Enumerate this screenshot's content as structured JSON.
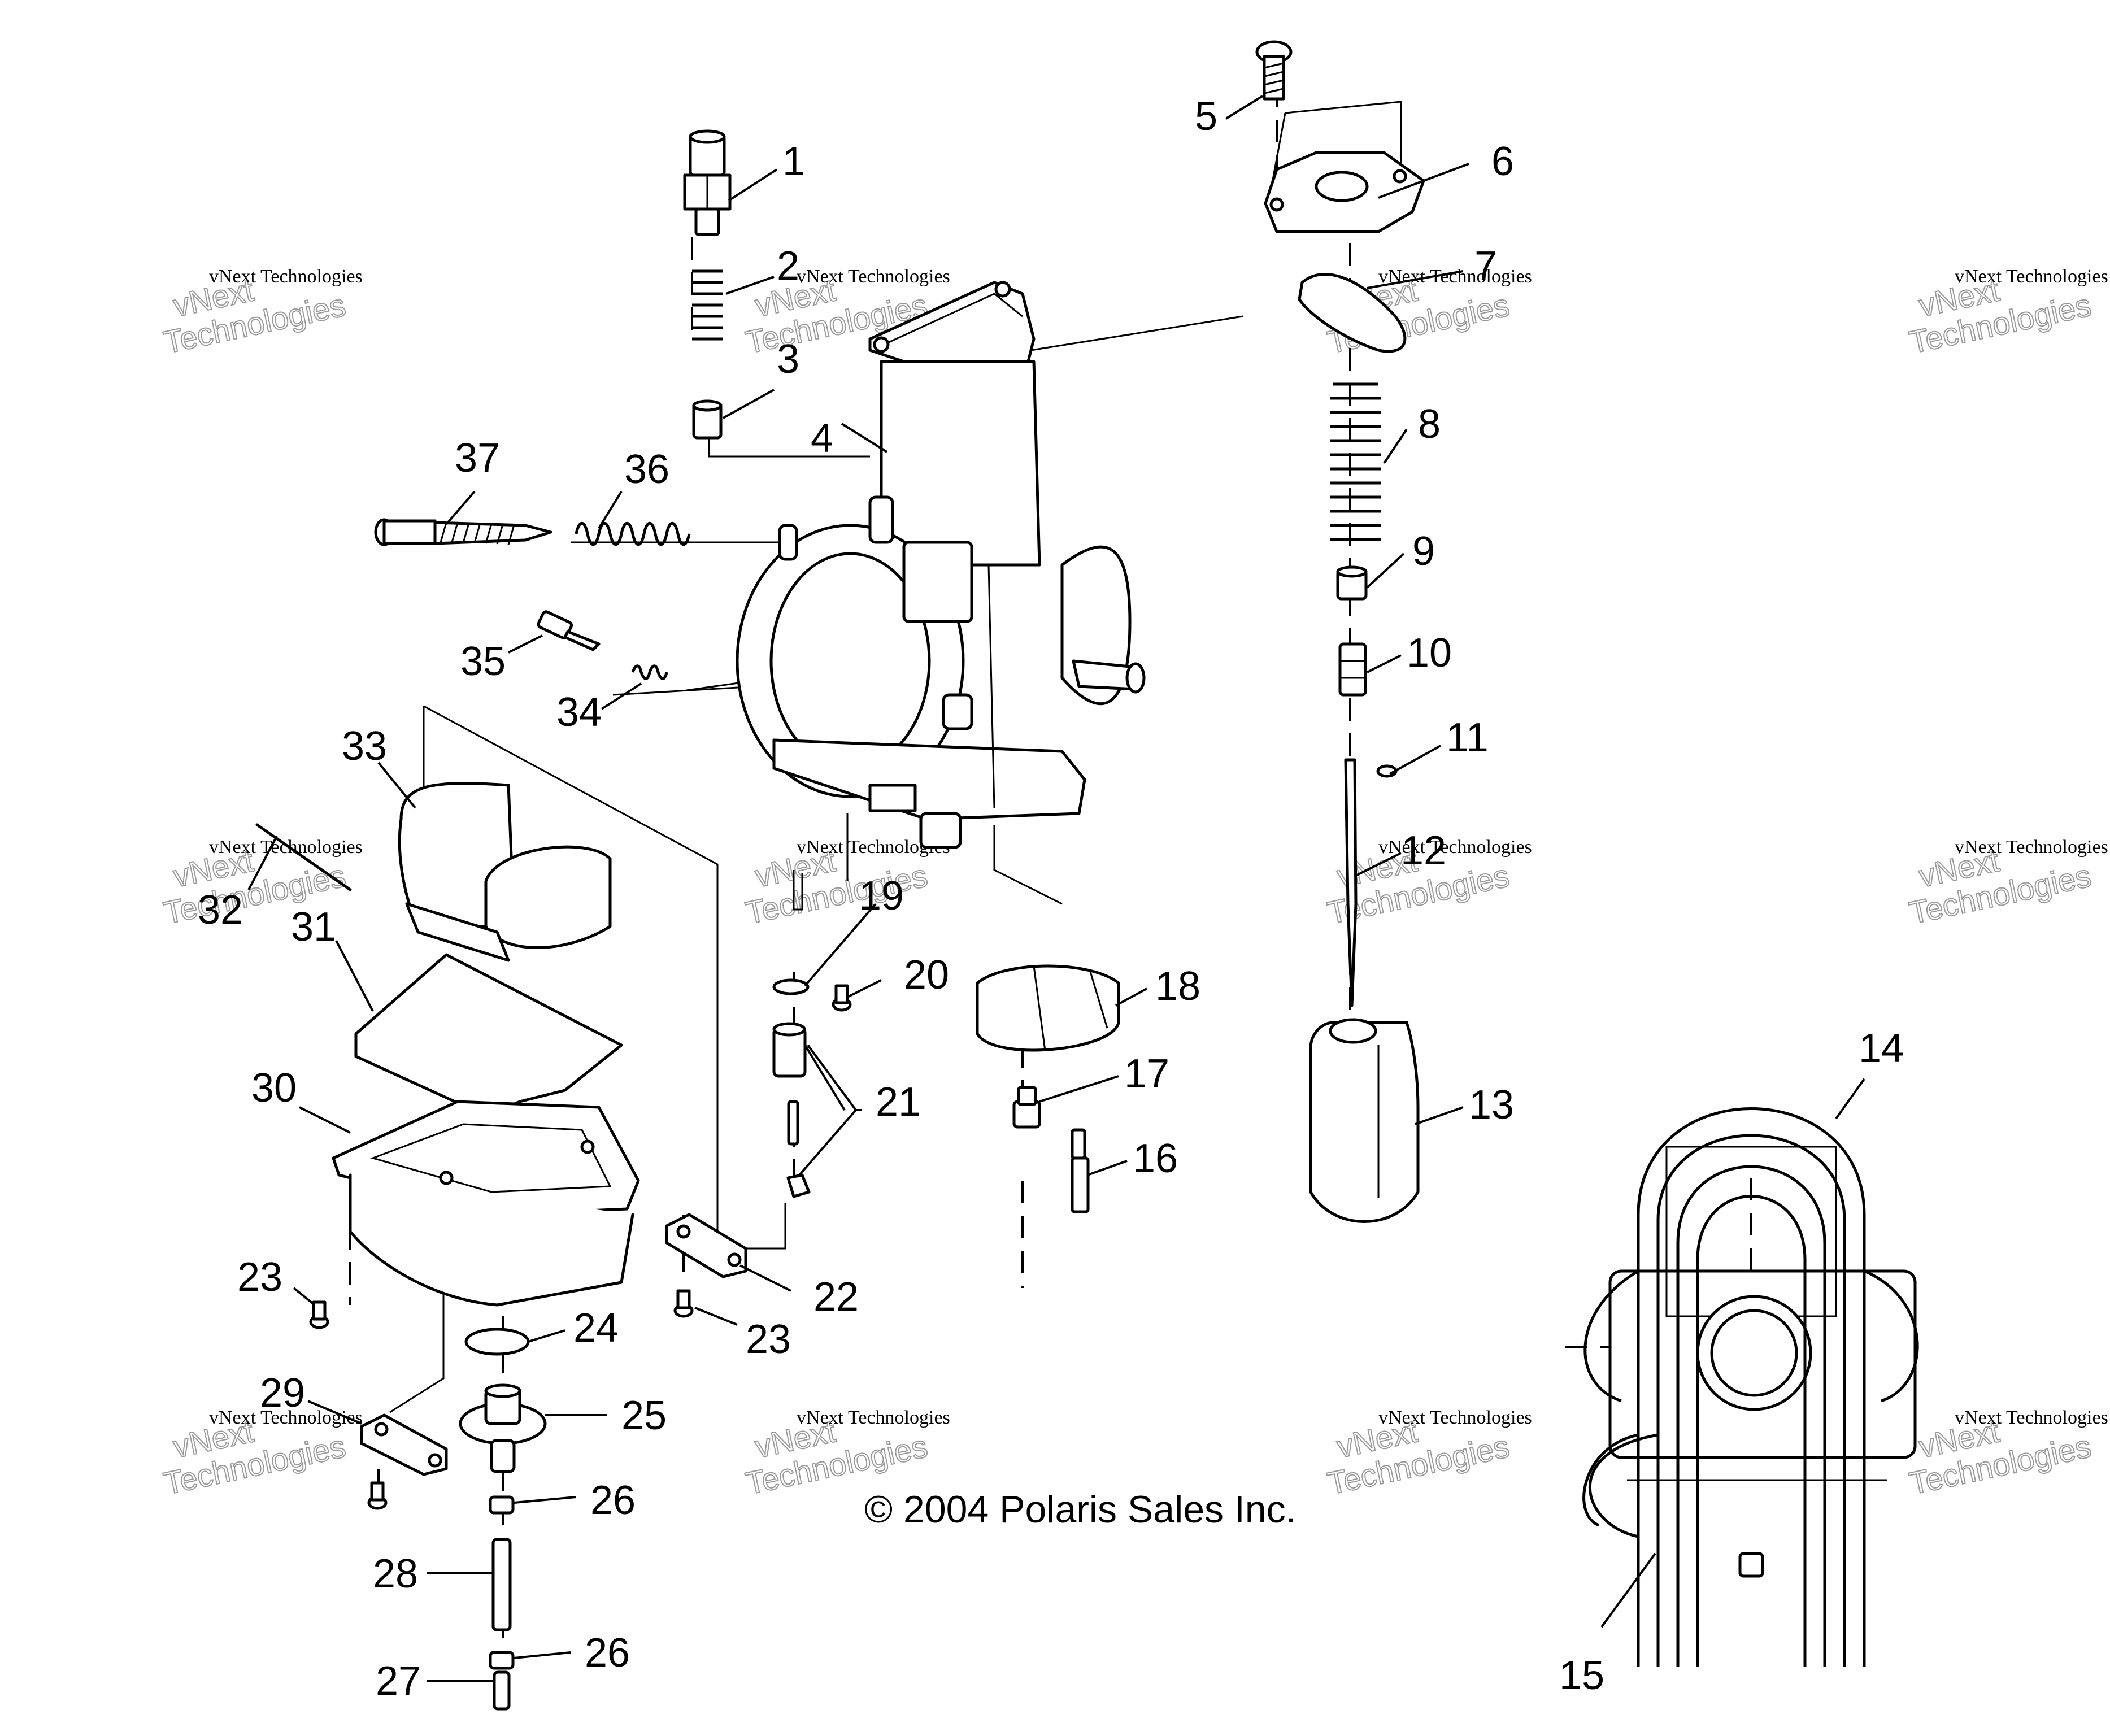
{
  "diagram": {
    "copyright": "© 2004 Polaris Sales Inc.",
    "watermark": {
      "line1": "vNext Technologies",
      "line2": "vNext",
      "line3": "Technologies"
    },
    "callouts": [
      "1",
      "2",
      "3",
      "4",
      "5",
      "6",
      "7",
      "8",
      "9",
      "10",
      "11",
      "12",
      "13",
      "14",
      "15",
      "16",
      "17",
      "18",
      "19",
      "20",
      "21",
      "22",
      "23",
      "23",
      "24",
      "25",
      "26",
      "26",
      "27",
      "28",
      "29",
      "30",
      "31",
      "32",
      "33",
      "34",
      "35",
      "36",
      "37"
    ]
  }
}
